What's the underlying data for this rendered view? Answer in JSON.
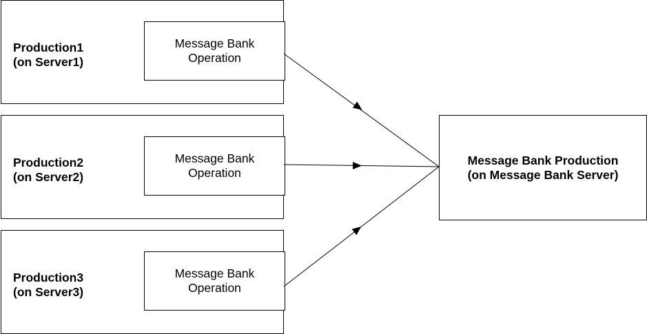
{
  "productions": [
    {
      "name": "Production1",
      "server": "(on Server1)",
      "operation": {
        "line1": "Message Bank",
        "line2": "Operation"
      }
    },
    {
      "name": "Production2",
      "server": "(on Server2)",
      "operation": {
        "line1": "Message Bank",
        "line2": "Operation"
      }
    },
    {
      "name": "Production3",
      "server": "(on Server3)",
      "operation": {
        "line1": "Message Bank",
        "line2": "Operation"
      }
    }
  ],
  "target": {
    "line1": "Message Bank Production",
    "line2": "(on Message Bank Server)"
  },
  "colors": {
    "line": "#000000",
    "background": "#ffffff"
  }
}
